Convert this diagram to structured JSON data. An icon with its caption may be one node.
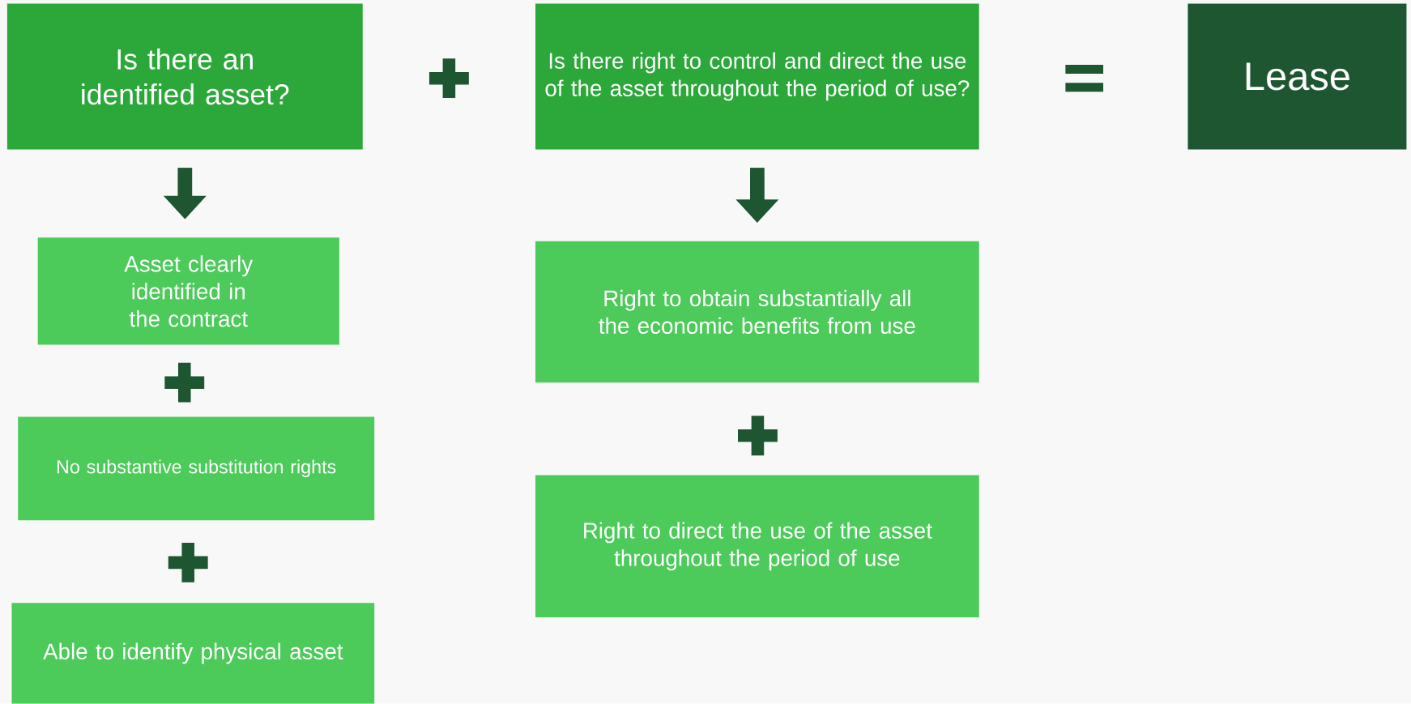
{
  "diagram": {
    "nodes": [
      {
        "text": [
          "Is there an identified asset?"
        ]
      },
      {
        "text": [
          "Is there right to control and direct the use of the asset throughout the period of use?"
        ]
      },
      {
        "text": [
          "Lease"
        ]
      },
      {
        "text": [
          "Asset clearly identified in the contract"
        ]
      },
      {
        "text": [
          "No substantive substitution rights"
        ]
      },
      {
        "text": [
          "Able to identify physical asset"
        ]
      },
      {
        "text": [
          "Right to obtain substantially all the economic benefits from use"
        ]
      },
      {
        "text": [
          "Right to direct the use of the asset throughout the period of use"
        ]
      }
    ],
    "edges": [
      {
        "from": 0,
        "to": 3,
        "arrow": "to"
      },
      {
        "from": 1,
        "to": 6,
        "arrow": "to"
      }
    ]
  }
}
